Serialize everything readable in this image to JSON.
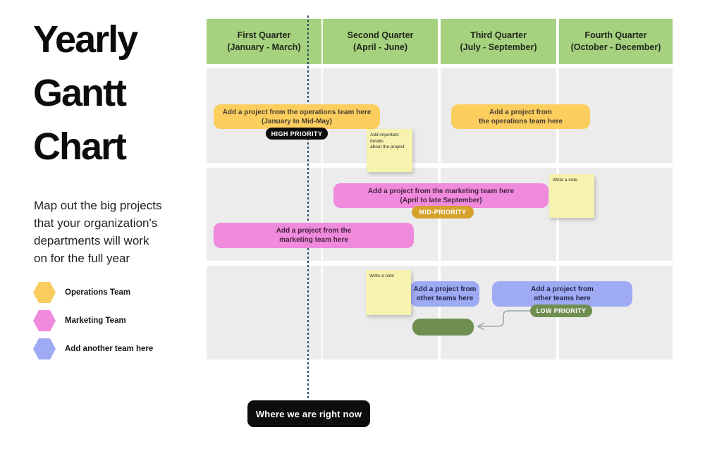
{
  "intro": {
    "title": "Yearly\nGantt\nChart",
    "description": "Map out the big projects\nthat your organization's\ndepartments will work\non for the full year"
  },
  "legend": {
    "items": [
      {
        "label": "Operations Team",
        "color": "#f9ce5f"
      },
      {
        "label": "Marketing Team",
        "color": "#f08adc"
      },
      {
        "label": "Add another team here",
        "color": "#9faaf4"
      }
    ]
  },
  "gantt": {
    "quarter_headers": [
      "First Quarter\n(January - March)",
      "Second Quarter\n(April - June)",
      "Third Quarter\n(July - September)",
      "Fourth Quarter\n(October - December)"
    ],
    "bars": [
      {
        "team": "operations",
        "text": "Add a project from the operations team here\n(January to Mid-May)"
      },
      {
        "team": "operations",
        "text": "Add a project from\nthe operations team here"
      },
      {
        "team": "marketing",
        "text": "Add a project from the marketing team here\n(April to late September)"
      },
      {
        "team": "marketing",
        "text": "Add a project from the\nmarketing team here"
      },
      {
        "team": "other",
        "text": "Add a project from\nother teams here"
      },
      {
        "team": "other",
        "text": "Add a project from\nother teams here"
      }
    ],
    "badges": [
      {
        "text": "HIGH PRIORITY",
        "color": "#0d0d0d"
      },
      {
        "text": "MID-PRIORITY",
        "color": "#d5a32b"
      },
      {
        "text": "LOW PRIORITY",
        "color": "#6f8f51"
      }
    ],
    "sticky_notes": [
      {
        "text": "Add important details\nabout the project"
      },
      {
        "text": "Write a note"
      },
      {
        "text": "Write a note"
      }
    ]
  },
  "now_marker": {
    "label": "Where we are right now"
  },
  "colors": {
    "header_green": "#a6d17f",
    "cell_gray": "#ececec",
    "operations_yellow": "#fbce5e",
    "marketing_pink": "#f08adc",
    "other_blue": "#9faaf4",
    "sticky_yellow": "#f7f3ae",
    "now_line_navy": "#2b4a63",
    "connector_gray": "#9aa3ad"
  }
}
